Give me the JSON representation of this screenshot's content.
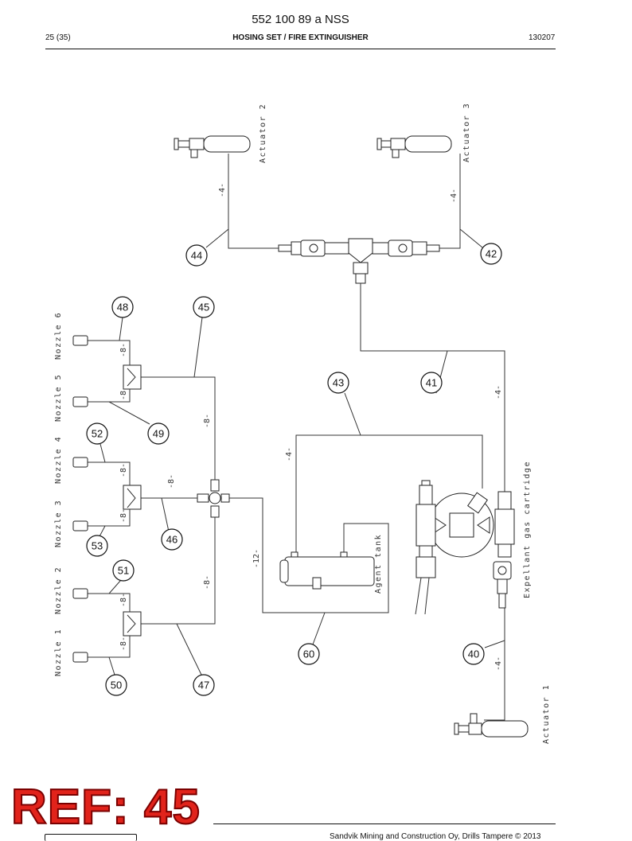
{
  "header": {
    "doc_number": "552 100 89 a NSS",
    "page_info": "25 (35)",
    "title": "HOSING SET / FIRE EXTINGUISHER",
    "date_code": "130207"
  },
  "diagram": {
    "callouts": [
      "40",
      "41",
      "42",
      "43",
      "44",
      "45",
      "46",
      "47",
      "48",
      "49",
      "50",
      "51",
      "52",
      "53",
      "60"
    ],
    "component_labels": {
      "actuator_1": "Actuator 1",
      "actuator_2": "Actuator 2",
      "actuator_3": "Actuator 3",
      "agent_tank": "Agent tank",
      "cartridge": "Expellant gas cartridge",
      "nozzle_1": "Nozzle 1",
      "nozzle_2": "Nozzle 2",
      "nozzle_3": "Nozzle 3",
      "nozzle_4": "Nozzle 4",
      "nozzle_5": "Nozzle 5",
      "nozzle_6": "Nozzle 6"
    },
    "hose_sizes": {
      "size_4": "-4-",
      "size_8": "-8-",
      "size_12": "-12-"
    }
  },
  "stamp": {
    "ref": "REF: 45"
  },
  "footer": {
    "text": "Sandvik Mining and Construction Oy, Drills Tampere © 2013"
  }
}
